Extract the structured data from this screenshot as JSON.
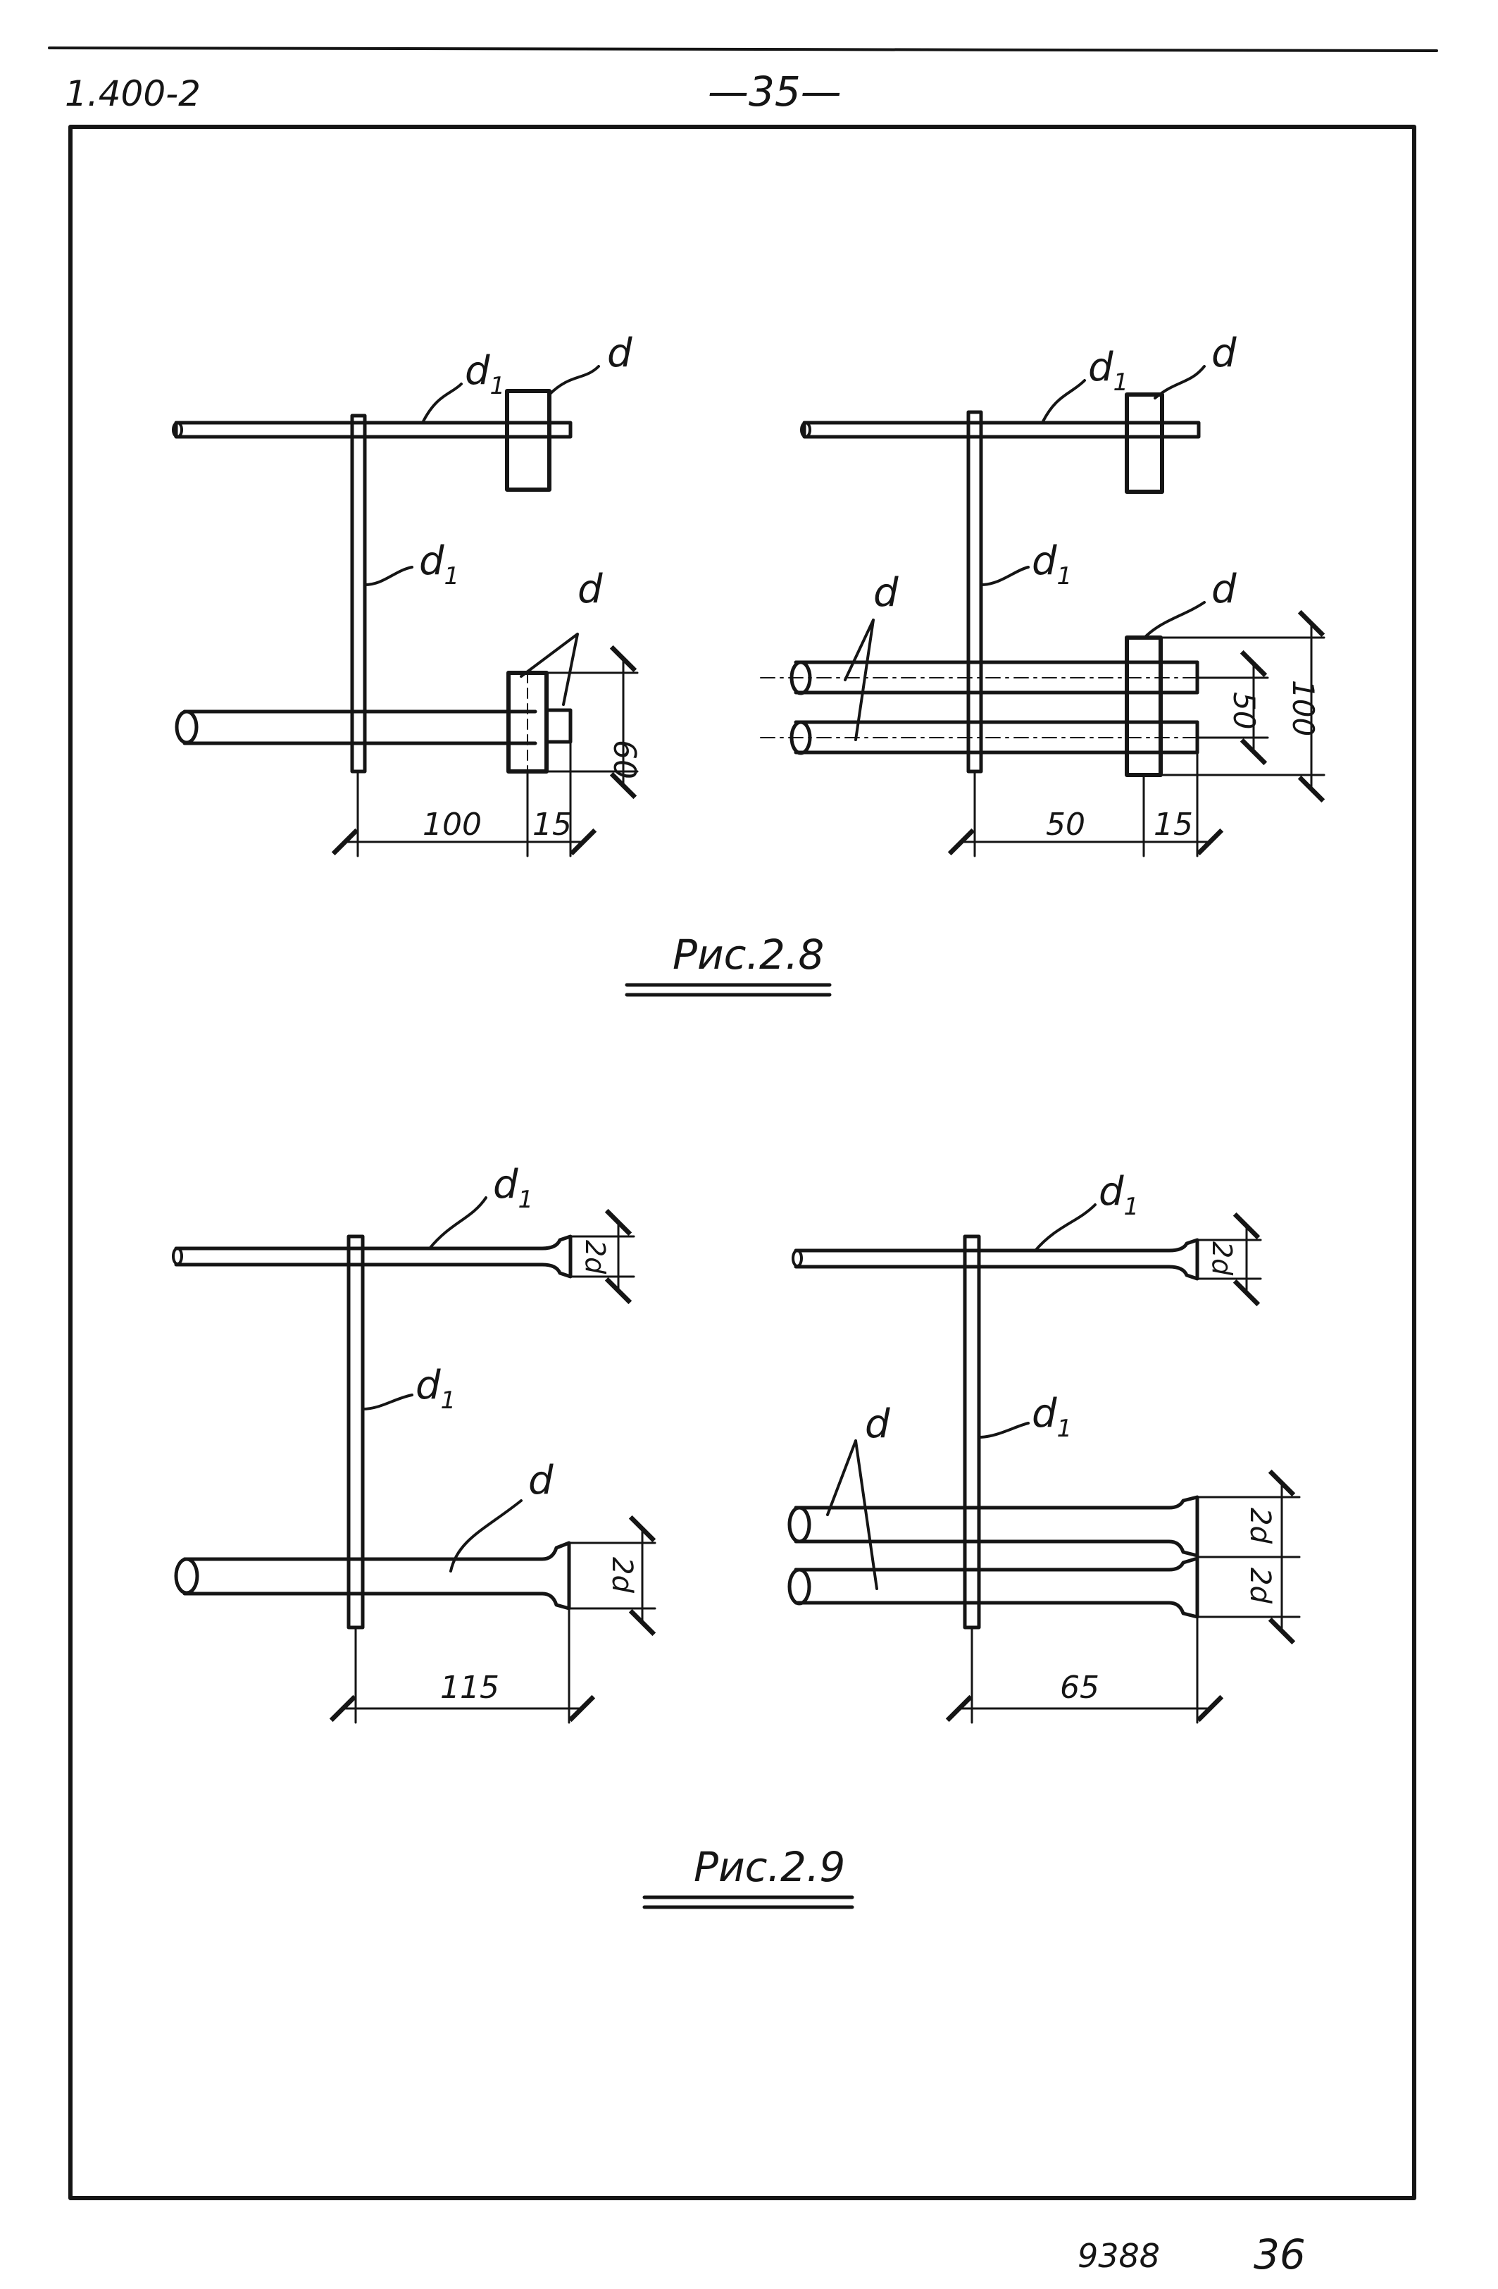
{
  "header": {
    "doc_code": "1.400-2",
    "page_number": "—35—"
  },
  "labels": {
    "d1": "d",
    "d1_sub": "1",
    "d": "d"
  },
  "figure_28": {
    "caption": "Рис.2.8",
    "left": {
      "dim_length": "100",
      "dim_plate": "15",
      "dim_height": "60"
    },
    "right": {
      "dim_length": "50",
      "dim_plate": "15",
      "dim_pitch": "50",
      "dim_height": "100"
    }
  },
  "figure_29": {
    "caption": "Рис.2.9",
    "left": {
      "dim_length": "115",
      "dim_head_top": "2d",
      "dim_head_bottom": "2d"
    },
    "right": {
      "dim_length": "65",
      "dim_head_top": "2d",
      "dim_head_upper": "2d",
      "dim_head_lower": "2d"
    }
  },
  "footer": {
    "archive_number": "9388",
    "sheet_number": "36"
  }
}
